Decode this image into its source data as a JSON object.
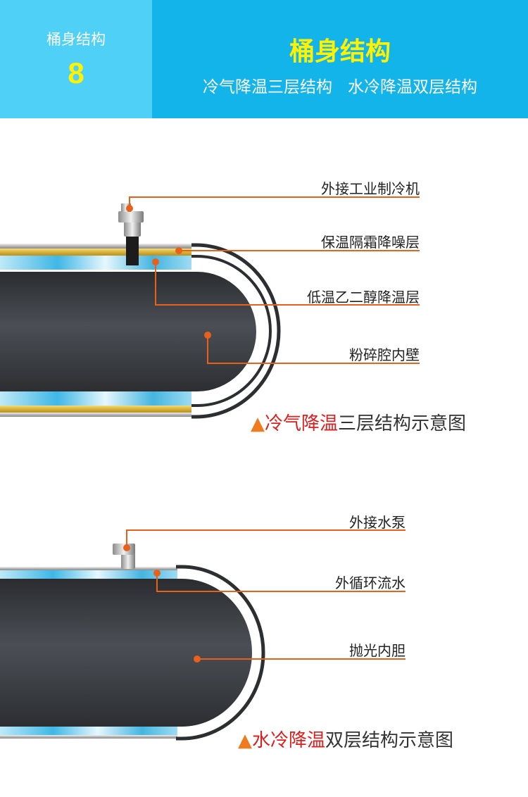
{
  "header": {
    "side_title": "桶身结构",
    "side_number": "8",
    "main_title": "桶身结构",
    "subtitle": "冷气降温三层结构   水冷降温双层结构"
  },
  "colors": {
    "header_bg": "#12b4ea",
    "header_side_bg": "#4fd0f7",
    "title_yellow": "#fff200",
    "leader_orange": "#e8611a",
    "caption_red": "#e01d1d",
    "triangle_orange": "#f07a1e",
    "insulation_yellow": "#e8c84a",
    "coolant_blue": "#6cc9ea",
    "inner_wall_dark": "#3a3d42"
  },
  "diagram1": {
    "labels": [
      "外接工业制冷机",
      "保温隔霜降噪层",
      "低温乙二醇降温层",
      "粉碎腔内壁"
    ],
    "caption": {
      "triangle": "▲",
      "highlight": "冷气降温",
      "rest": "三层结构示意图"
    }
  },
  "diagram2": {
    "labels": [
      "外接水泵",
      "外循环流水",
      "抛光内胆"
    ],
    "caption": {
      "triangle": "▲",
      "highlight": "水冷降温",
      "rest": "双层结构示意图"
    }
  }
}
